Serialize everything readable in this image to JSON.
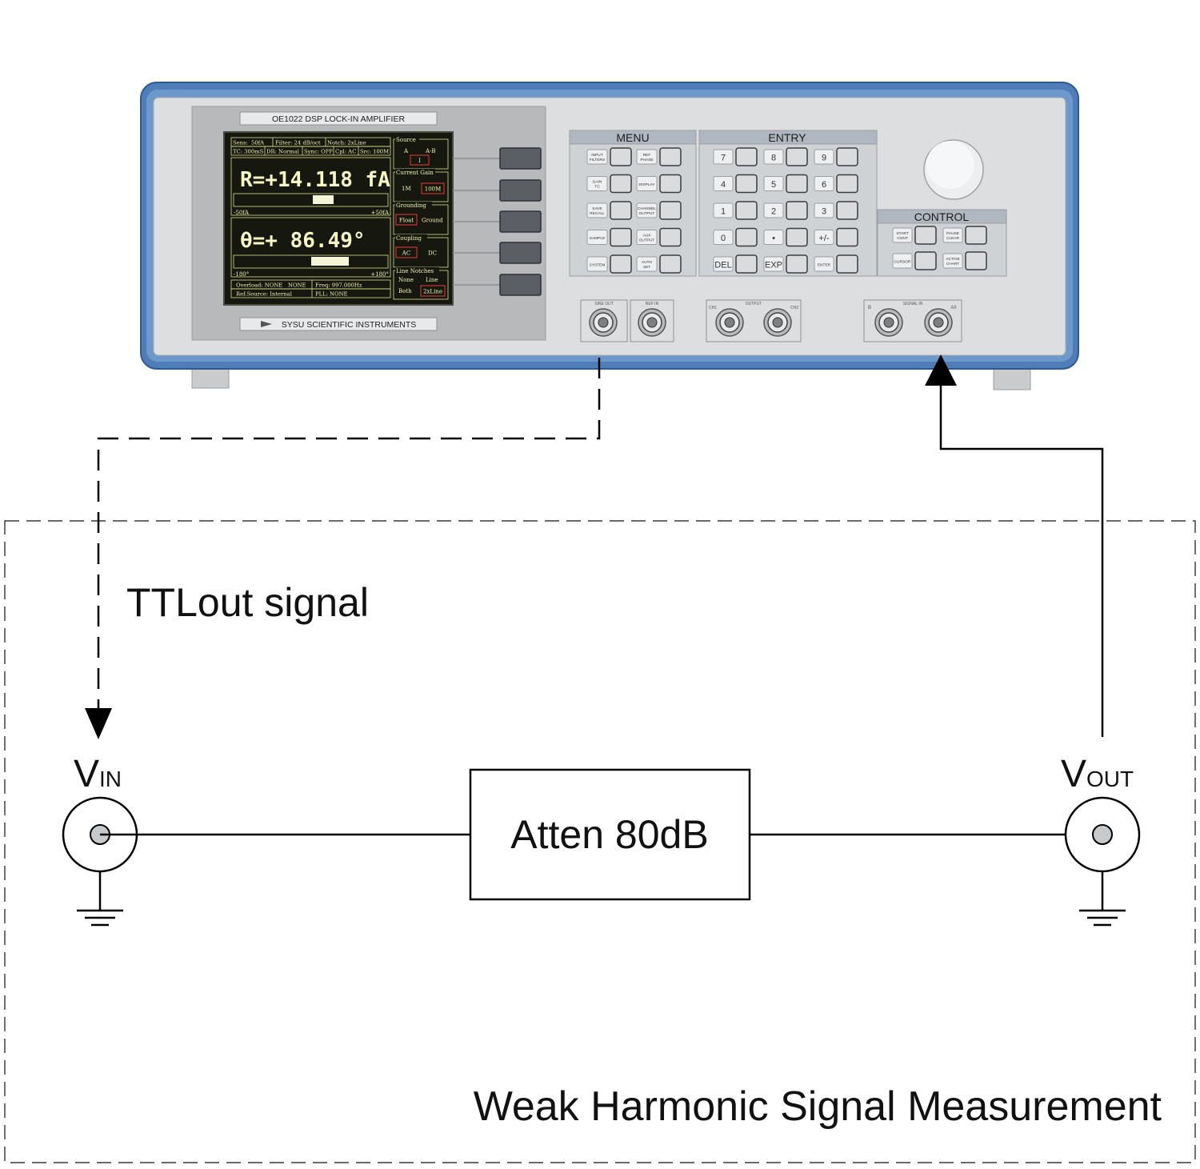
{
  "instrument": {
    "model_label": "OE1022 DSP LOCK-IN AMPLIFIER",
    "maker_label": "SYSU SCIENTIFIC INSTRUMENTS",
    "body_color": "#4f7db8",
    "panel_color": "#dcdedf",
    "screen": {
      "status_row1": [
        "Sens:",
        "50fA",
        "Filter: 24 dB/oct",
        "Notch: 2xLine"
      ],
      "status_row2": [
        "TC: 300mS",
        "DR: Normal",
        "Sync: OFF",
        "Cpl: AC",
        "Src: 100M"
      ],
      "r_readout": "R=+14.118 fA",
      "r_scale_left": "-50fA",
      "r_scale_right": "+50fA",
      "theta_readout": "θ=+ 86.49°",
      "theta_scale_left": "-180°",
      "theta_scale_right": "+180°",
      "bottom_row1": [
        "Overload: NONE",
        "NONE",
        "Freq: 997.000Hz"
      ],
      "bottom_row2": [
        "Ref.Source: Internal",
        "PLL: NONE"
      ],
      "side_menus": [
        {
          "title": "Source",
          "options": [
            "A",
            "A-B"
          ],
          "selected": "I"
        },
        {
          "title": "Current Gain",
          "options": [
            "1M",
            "100M"
          ],
          "selected": "100M"
        },
        {
          "title": "Grounding",
          "options": [
            "Float",
            "Ground"
          ],
          "selected": "Float"
        },
        {
          "title": "Coupling",
          "options": [
            "AC",
            "DC"
          ],
          "selected": "AC"
        },
        {
          "title": "Line Notches",
          "options": [
            "None",
            "Line",
            "Both",
            "2xLine"
          ],
          "selected": "2xLine"
        }
      ]
    },
    "menu": {
      "title": "MENU",
      "keys": [
        [
          "INPUT FILTERS",
          "REF PHASE"
        ],
        [
          "GAIN TC",
          "DISPLAY"
        ],
        [
          "SAVE RECALL",
          "CHANNEL OUTPUT"
        ],
        [
          "SAMPLE",
          "AUX OUTPUT"
        ],
        [
          "SYSTEM",
          "AUTO SET"
        ]
      ]
    },
    "entry": {
      "title": "ENTRY",
      "keys": [
        [
          "7",
          "8",
          "9"
        ],
        [
          "4",
          "5",
          "6"
        ],
        [
          "1",
          "2",
          "3"
        ],
        [
          "0",
          "•",
          "+/-"
        ],
        [
          "DEL",
          "EXP",
          "ENTER"
        ]
      ]
    },
    "control": {
      "title": "CONTROL",
      "keys": [
        [
          "START CONT",
          "PAUSE CLEAR"
        ],
        [
          "CURSOR",
          "ACTIVE CHART"
        ]
      ]
    },
    "connectors": {
      "sine_out": "SINE OUT",
      "ref_in": "REF IN",
      "output": "OUTPUT",
      "ch1": "CH1",
      "ch2": "CH2",
      "signal_in": "SIGNAL IN",
      "b": "B",
      "a_i": "A/I"
    }
  },
  "diagram": {
    "ttl_label": "TTLout signal",
    "vin_main": "V",
    "vin_sub": "IN",
    "vout_main": "V",
    "vout_sub": "OUT",
    "attenuator_label": "Atten 80dB",
    "box_title": "Weak Harmonic Signal Measurement"
  }
}
